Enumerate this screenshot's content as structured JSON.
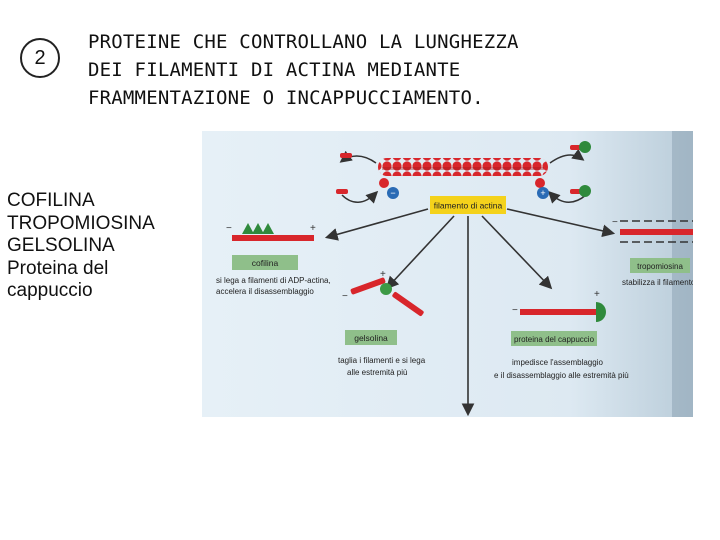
{
  "slide": {
    "number": "2",
    "title_lines": [
      "PROTEINE CHE CONTROLLANO LA LUNGHEZZA",
      "DEI FILAMENTI DI ACTINA MEDIANTE",
      "FRAMMENTAZIONE O INCAPPUCCIAMENTO."
    ],
    "proteins": [
      "COFILINA",
      "TROPOMIOSINA",
      "GELSOLINA",
      "Proteina del",
      "cappuccio"
    ]
  },
  "figure": {
    "center_label": "filamento di actina",
    "plus_sign": "+",
    "minus_sign": "−",
    "cofilina": {
      "label": "cofilina",
      "desc_lines": [
        "si lega a filamenti di ADP-actina,",
        "accelera il disassemblaggio"
      ]
    },
    "tropomiosina": {
      "label": "tropomiosina",
      "desc_lines": [
        "stabilizza il filamento"
      ]
    },
    "gelsolina": {
      "label": "gelsolina",
      "desc_lines": [
        "taglia i filamenti e si lega",
        "alle estremità più"
      ]
    },
    "cappuccio": {
      "label": "proteina del cappuccio",
      "desc_lines": [
        "impedisce l'assemblaggio",
        "e il disassemblaggio alle estremità più"
      ]
    },
    "colors": {
      "actin_red": "#d8262b",
      "label_green": "#8fbf8a",
      "center_label_yellow": "#f4d21b",
      "cofilin_green": "#2f8a3c",
      "gelsolin_green": "#3d9a46",
      "minus_blue": "#2a6bb5",
      "page_blue": "#cfe3f0"
    }
  }
}
